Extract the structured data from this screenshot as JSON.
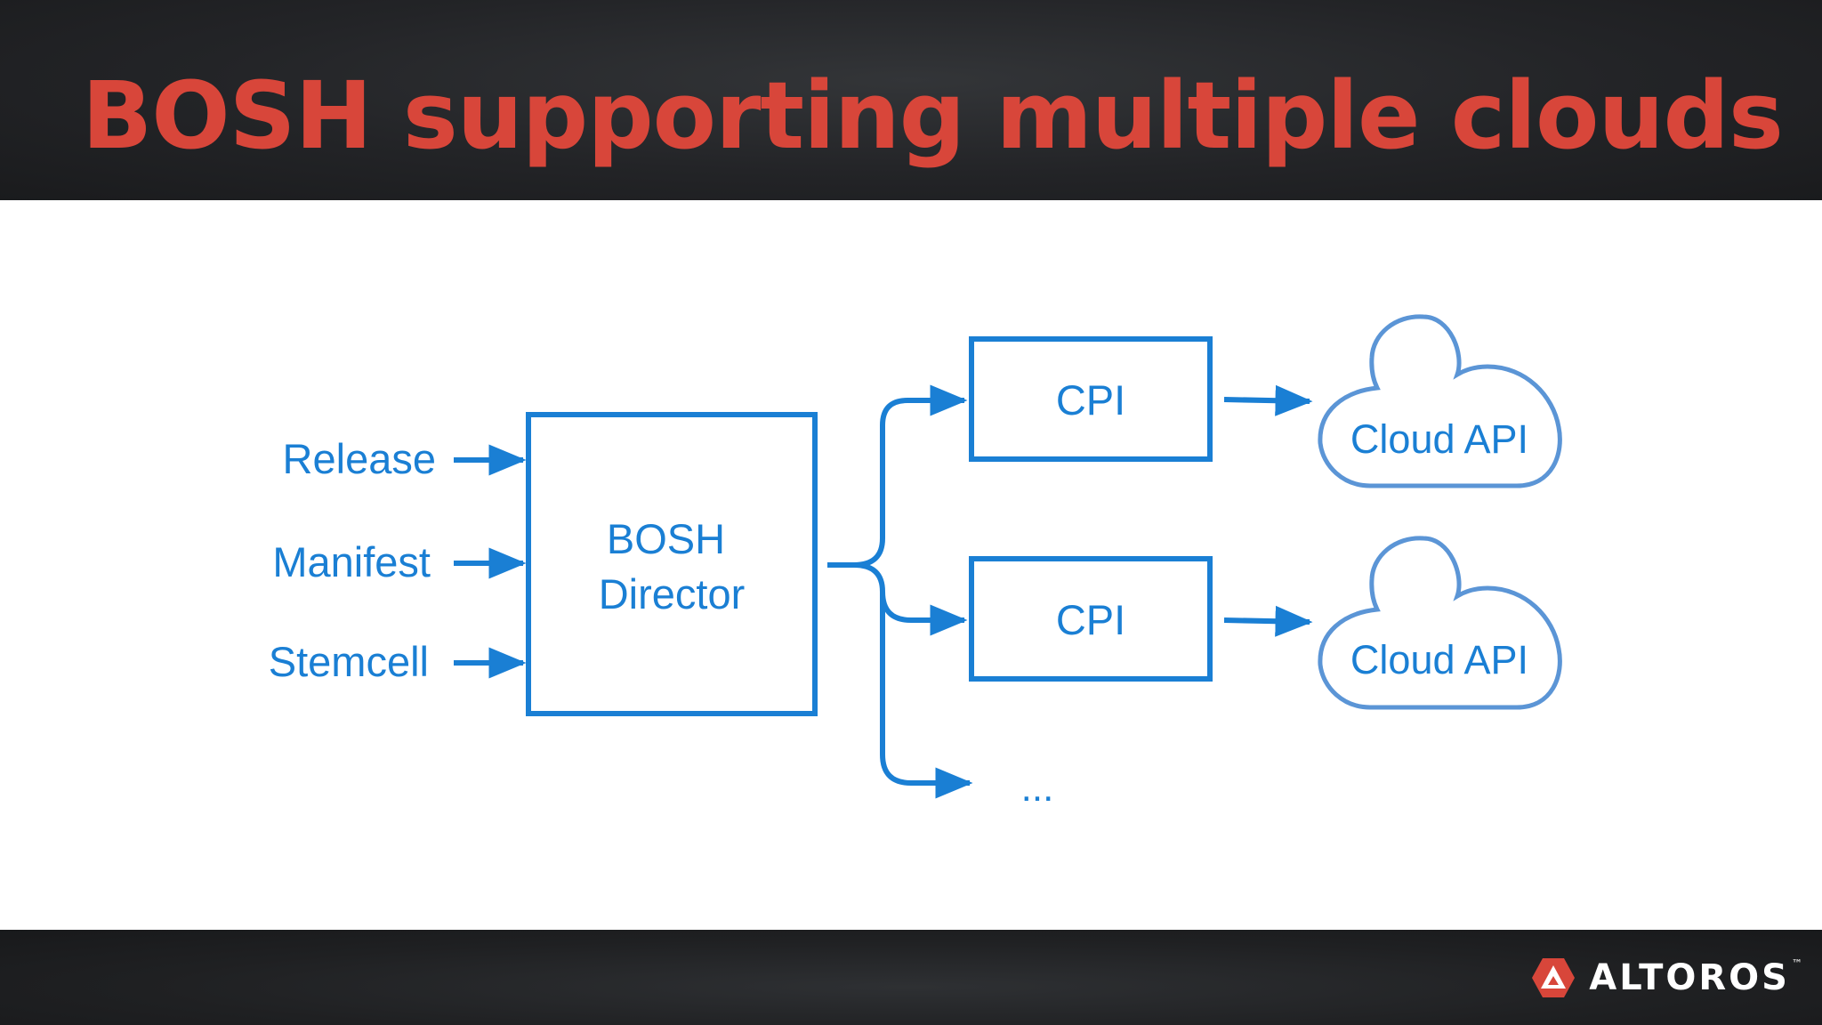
{
  "slide": {
    "title": "BOSH supporting multiple clouds"
  },
  "diagram": {
    "inputs": [
      {
        "label": "Release"
      },
      {
        "label": "Manifest"
      },
      {
        "label": "Stemcell"
      }
    ],
    "director": {
      "line1": "BOSH",
      "line2": "Director"
    },
    "cpis": [
      {
        "label": "CPI"
      },
      {
        "label": "CPI"
      }
    ],
    "more": "...",
    "clouds": [
      {
        "label": "Cloud API"
      },
      {
        "label": "Cloud API"
      }
    ],
    "colors": {
      "primary": "#1a7fd4",
      "cloud_outline": "#5b95d6",
      "title": "#d8463a"
    }
  },
  "footer": {
    "brand": "ALTOROS",
    "trademark": "™",
    "logo_icon": "altoros-logo-icon"
  }
}
